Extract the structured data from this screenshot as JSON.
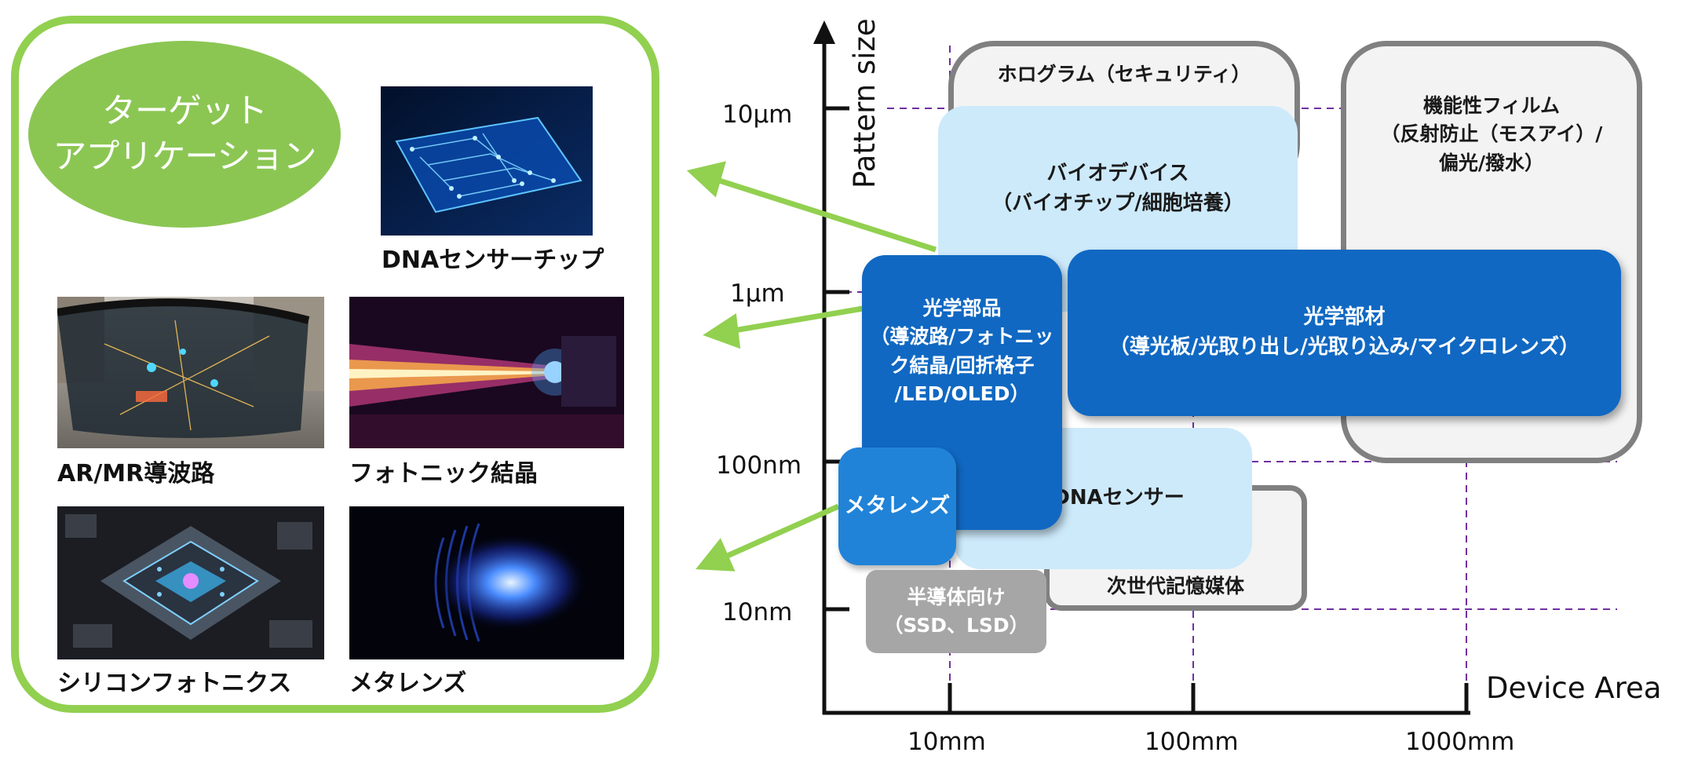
{
  "left_panel": {
    "badge_line1": "ターゲット",
    "badge_line2": "アプリケーション",
    "items": [
      {
        "caption": "DNAセンサーチップ",
        "icon": "circuit-chip-image"
      },
      {
        "caption": "AR/MR導波路",
        "icon": "smart-glasses-image"
      },
      {
        "caption": "フォトニック結晶",
        "icon": "light-beam-image"
      },
      {
        "caption": "シリコンフォトニクス",
        "icon": "processor-chip-image"
      },
      {
        "caption": "メタレンズ",
        "icon": "metalens-light-image"
      }
    ]
  },
  "diagram": {
    "y_axis_title": "Pattern size",
    "x_axis_title": "Device Area",
    "y_ticks": [
      "10μm",
      "1μm",
      "100nm",
      "10nm"
    ],
    "x_ticks": [
      "10mm",
      "100mm",
      "1000mm"
    ],
    "regions": {
      "hologram": {
        "line1": "ホログラム（セキュリティ）"
      },
      "functional_film": {
        "line1": "機能性フィルム",
        "line2": "（反射防止（モスアイ）/",
        "line3": "偏光/撥水）"
      },
      "bio_device": {
        "line1": "バイオデバイス",
        "line2": "（バイオチップ/細胞培養）"
      },
      "optical_parts": {
        "line1": "光学部品",
        "line2": "（導波路/フォトニッ",
        "line3": "ク結晶/回折格子",
        "line4": "/LED/OLED）"
      },
      "optical_materials": {
        "line1": "光学部材",
        "line2": "（導光板/光取り出し/光取り込み/マイクロレンズ）"
      },
      "dna_sensor": {
        "line1": "DNAセンサー"
      },
      "next_gen_storage": {
        "line1": "次世代記憶媒体"
      },
      "metalens": {
        "line1": "メタレンズ"
      },
      "semiconductor": {
        "line1": "半導体向け",
        "line2": "（SSD、LSD）"
      }
    },
    "colors": {
      "panel_border": "#92d050",
      "light_blue": "#cdeafb",
      "dark_blue": "#1068c2",
      "mid_blue": "#2083d8",
      "gray_outline": "#808080",
      "gray_fill": "#a6a6a6",
      "arrow_green": "#92d050",
      "grid_purple": "#7030a0"
    }
  }
}
